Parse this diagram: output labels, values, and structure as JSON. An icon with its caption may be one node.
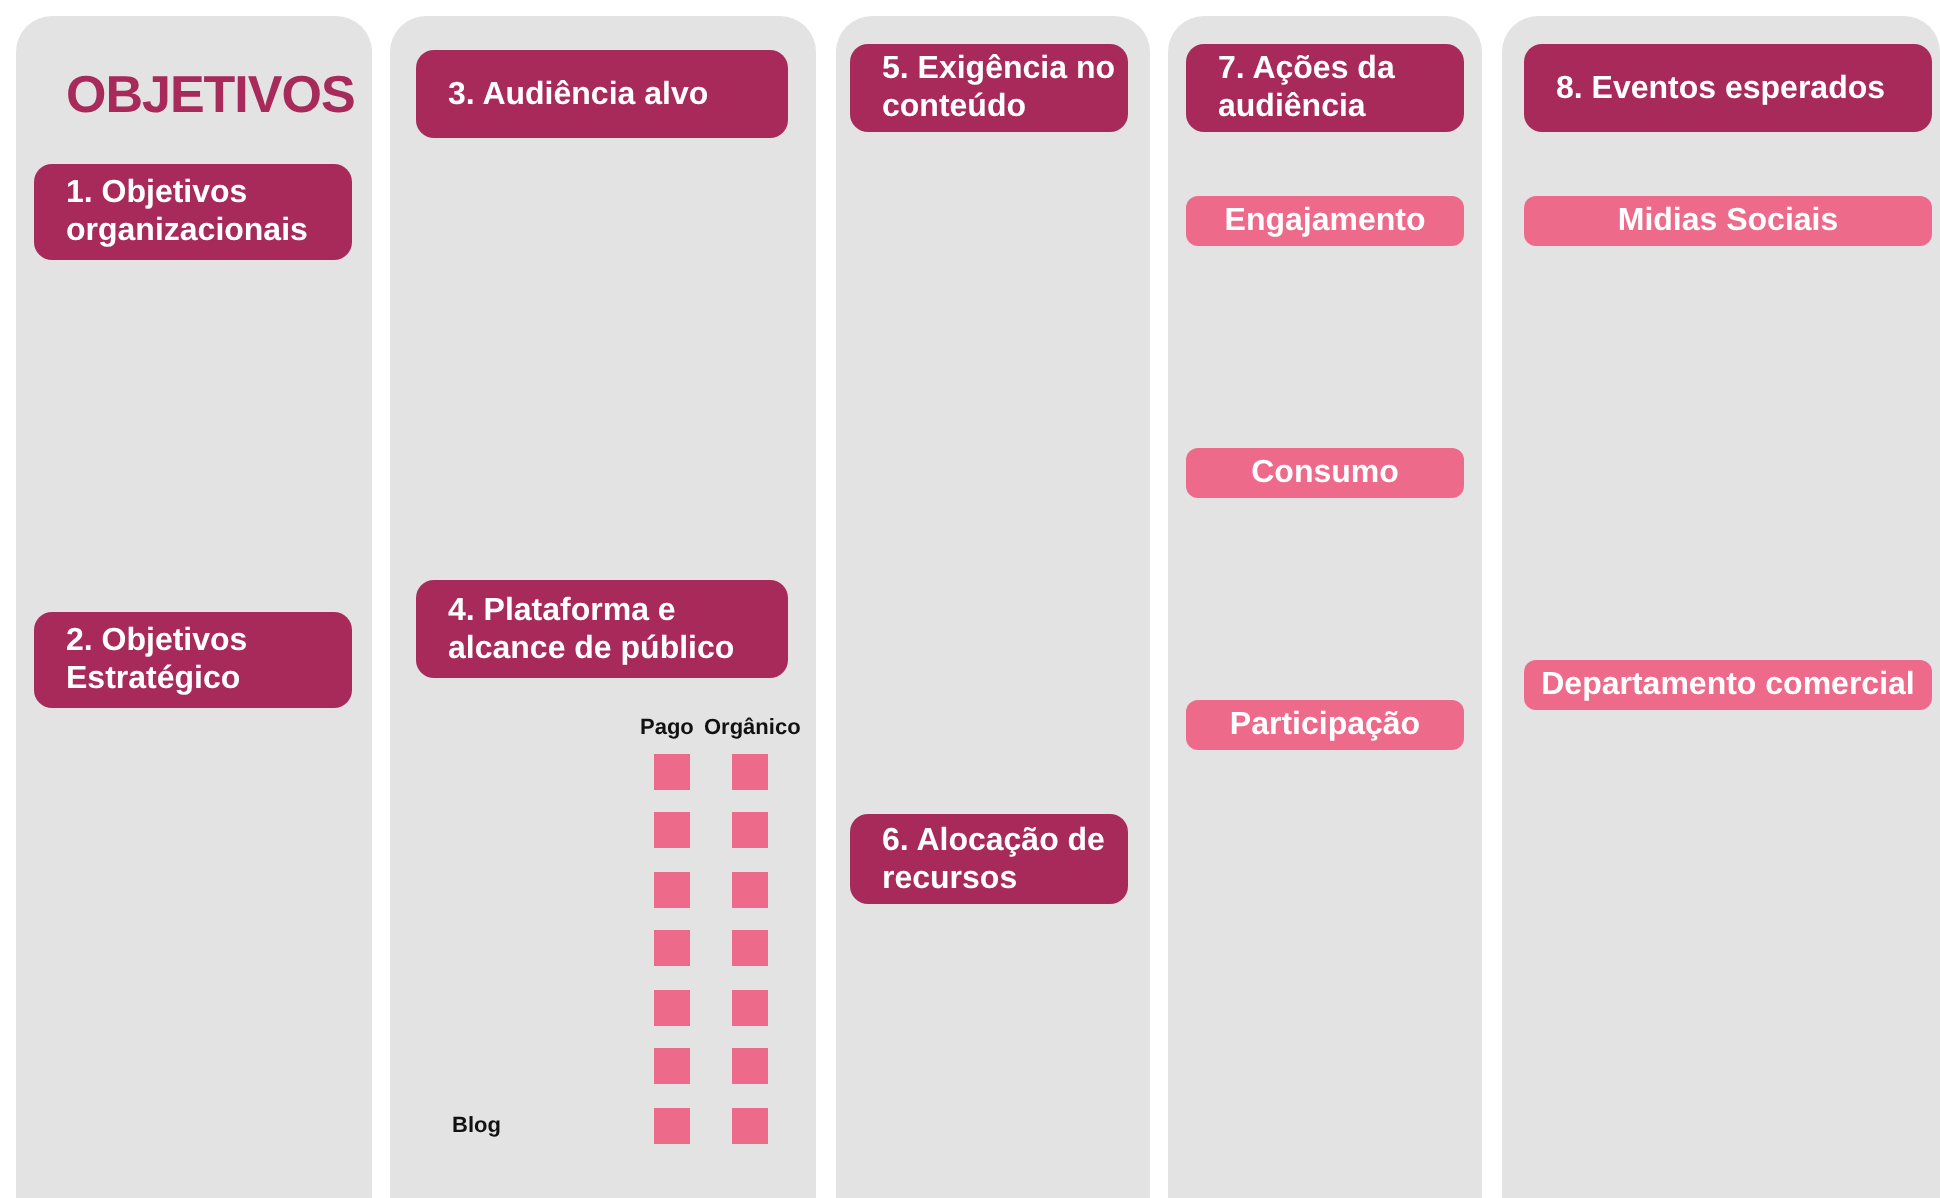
{
  "diagram": {
    "nodes": [
      {
        "text": [
          "OBJETIVOS"
        ]
      },
      {
        "text": [
          "1. Objetivos organizacionais"
        ],
        "in": 0
      },
      {
        "text": [
          "2. Objetivos Estratégico"
        ],
        "in": 0
      },
      {
        "text": [],
        "shape": "box"
      },
      {
        "text": [
          "3. Audiência alvo"
        ],
        "in": 3
      },
      {
        "text": [
          "4. Plataforma e alcance de público"
        ],
        "in": 3
      },
      {
        "text": [],
        "shape": "box"
      },
      {
        "text": [
          "5. Exigência no conteúdo"
        ],
        "in": 6
      },
      {
        "text": [
          "6. Alocação de recursos"
        ],
        "in": 6
      },
      {
        "text": [],
        "shape": "box"
      },
      {
        "text": [
          "7. Ações da audiência"
        ],
        "in": 9
      },
      {
        "text": [
          "Engajamento"
        ],
        "in": 9
      },
      {
        "text": [
          "Consumo"
        ],
        "in": 9
      },
      {
        "text": [
          "Participação"
        ],
        "in": 9
      },
      {
        "text": [],
        "shape": "box"
      },
      {
        "text": [
          "8. Eventos esperados"
        ],
        "in": 14
      },
      {
        "text": [
          "Midias Sociais"
        ],
        "in": 14
      },
      {
        "text": [
          "Departamento comercial"
        ],
        "in": 14
      }
    ],
    "edges": [],
    "labels": [
      "Pago",
      "Orgânico",
      "Blog"
    ]
  }
}
